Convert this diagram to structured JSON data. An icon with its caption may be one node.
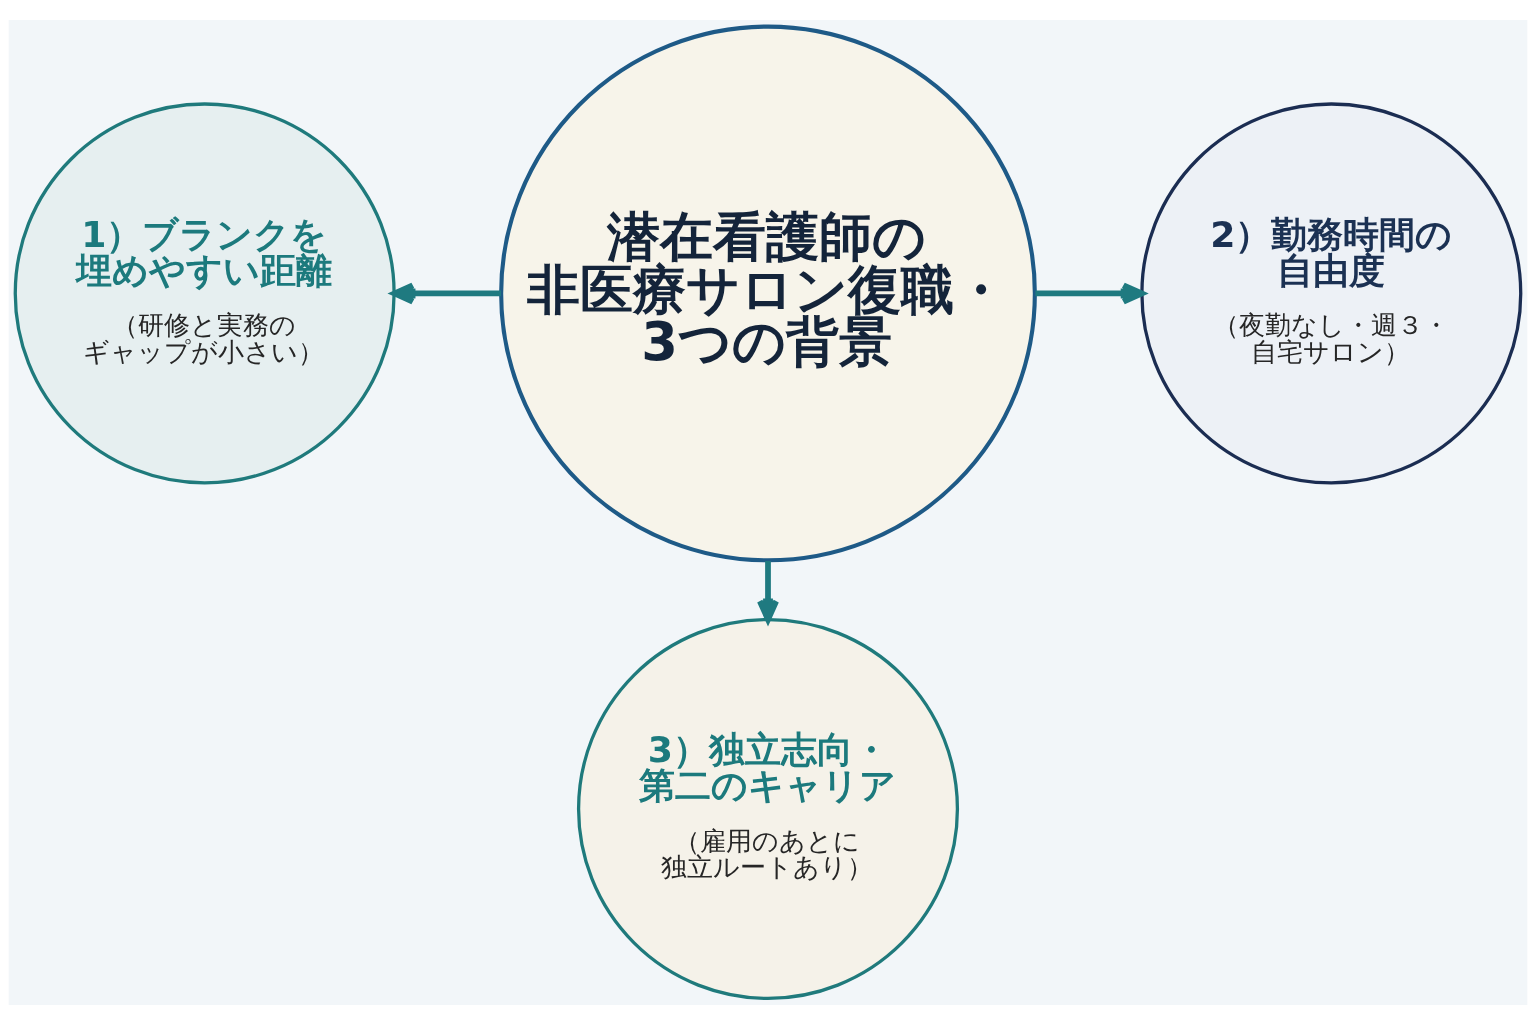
{
  "diagram": {
    "nodes": [
      {
        "text": [
          "潜在看護師の非医療サロン復職・3つの背景"
        ]
      },
      {
        "text": [
          "1）ブランクを埋めやすい距離",
          "（研修と実務のギャップが小さい）"
        ]
      },
      {
        "text": [
          "2）勤務時間の自由度",
          "（夜勤なし・週３・自宅サロン）"
        ]
      },
      {
        "text": [
          "3）独立志向・第二のキャリア",
          "（雇用のあとに独立ルートあり）"
        ]
      }
    ],
    "edges": [
      {
        "from": 0,
        "to": 1,
        "arrow": "to"
      },
      {
        "from": 0,
        "to": 2,
        "arrow": "to"
      },
      {
        "from": 0,
        "to": 3,
        "arrow": "to"
      }
    ]
  }
}
